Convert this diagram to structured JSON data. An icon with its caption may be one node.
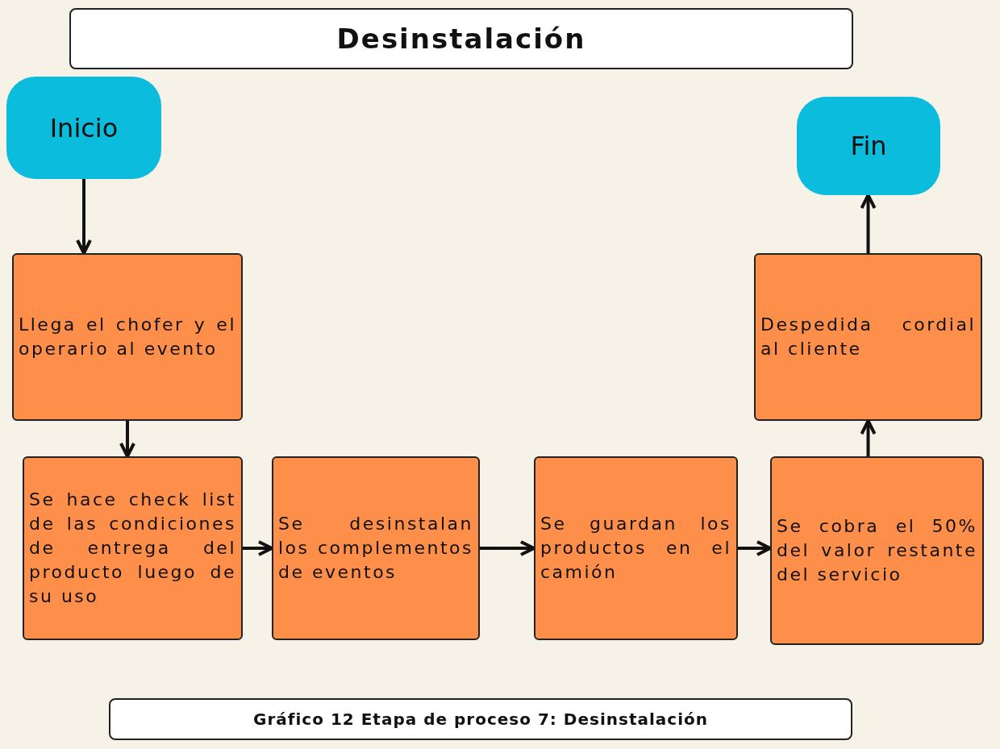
{
  "diagram": {
    "title": "Desinstalación",
    "caption": "Gráfico 12 Etapa de proceso 7: Desinstalación",
    "nodes": [
      {
        "text": [
          "Inicio"
        ]
      },
      {
        "text": [
          "Llega el chofer y el operario al evento"
        ]
      },
      {
        "text": [
          "Se hace check list de las condiciones de entrega del producto luego de su uso"
        ]
      },
      {
        "text": [
          "Se desinstalan los complementos de eventos"
        ]
      },
      {
        "text": [
          "Se guardan los productos en el camión"
        ]
      },
      {
        "text": [
          "Se cobra el 50% del valor restante del servicio"
        ]
      },
      {
        "text": [
          "Despedida cordial al cliente"
        ]
      },
      {
        "text": [
          "Fin"
        ]
      }
    ],
    "edges": [
      {
        "from": 0,
        "to": 1,
        "arrow": "to"
      },
      {
        "from": 1,
        "to": 2,
        "arrow": "to"
      },
      {
        "from": 2,
        "to": 3,
        "arrow": "to"
      },
      {
        "from": 3,
        "to": 4,
        "arrow": "to"
      },
      {
        "from": 4,
        "to": 5,
        "arrow": "to"
      },
      {
        "from": 5,
        "to": 6,
        "arrow": "to"
      },
      {
        "from": 6,
        "to": 7,
        "arrow": "to"
      }
    ]
  }
}
